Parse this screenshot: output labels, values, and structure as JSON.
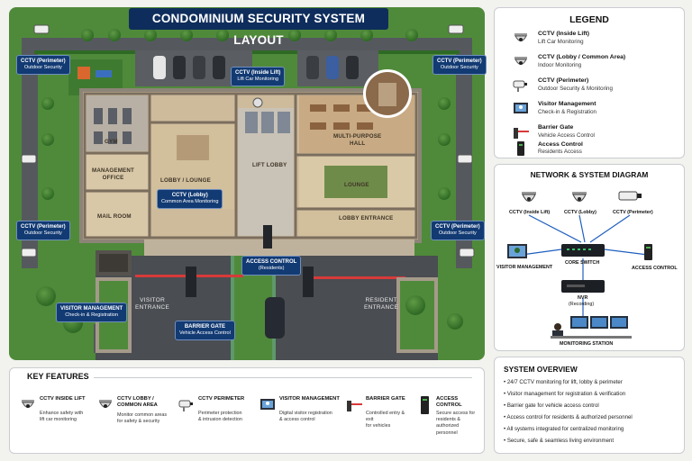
{
  "header": {
    "title": "CONDOMINIUM SECURITY SYSTEM LAYOUT"
  },
  "floorplan": {
    "rooms": {
      "gym": "GYM",
      "management_office": "MANAGEMENT\nOFFICE",
      "lobby_lounge": "LOBBY / LOUNGE",
      "mail_room": "MAIL ROOM",
      "lift_lobby": "LIFT LOBBY",
      "multipurpose_hall": "MULTI-PURPOSE\nHALL",
      "lounge": "LOUNGE",
      "lobby_entrance": "LOBBY ENTRANCE"
    },
    "roads": {
      "visitor_entrance": "VISITOR\nENTRANCE",
      "resident_entrance": "RESIDENT\nENTRANCE"
    },
    "tags": {
      "cctv_perimeter_tl": {
        "name": "CCTV (Perimeter)",
        "desc": "Outdoor Security"
      },
      "cctv_perimeter_tr": {
        "name": "CCTV (Perimeter)",
        "desc": "Outdoor Security"
      },
      "cctv_perimeter_ml": {
        "name": "CCTV (Perimeter)",
        "desc": "Outdoor Security"
      },
      "cctv_perimeter_mr": {
        "name": "CCTV (Perimeter)",
        "desc": "Outdoor Security"
      },
      "cctv_inside_lift": {
        "name": "CCTV (Inside Lift)",
        "desc": "Lift Car Monitoring"
      },
      "cctv_lobby": {
        "name": "CCTV (Lobby)",
        "desc": "Common Area Monitoring"
      },
      "access_control": {
        "name": "ACCESS CONTROL",
        "desc": "(Residents)"
      },
      "visitor_management": {
        "name": "VISITOR MANAGEMENT",
        "desc": "Check-in & Registration"
      },
      "barrier_gate": {
        "name": "BARRIER GATE",
        "desc": "Vehicle Access Control"
      }
    }
  },
  "legend": {
    "title": "LEGEND",
    "items": [
      {
        "name": "CCTV (Inside Lift)",
        "desc": "Lift Car Monitoring",
        "icon": "dome-camera-icon"
      },
      {
        "name": "CCTV (Lobby / Common Area)",
        "desc": "Indoor Monitoring",
        "icon": "dome-camera-icon"
      },
      {
        "name": "CCTV (Perimeter)",
        "desc": "Outdoor Security & Monitoring",
        "icon": "bullet-camera-icon"
      },
      {
        "name": "Visitor Management",
        "desc": "Check-in & Registration",
        "icon": "visitor-kiosk-icon"
      },
      {
        "name": "Barrier Gate",
        "desc": "Vehicle Access Control",
        "icon": "barrier-gate-icon"
      },
      {
        "name": "Access Control",
        "desc": "Residents Access",
        "icon": "card-reader-icon"
      }
    ]
  },
  "network": {
    "title": "NETWORK & SYSTEM DIAGRAM",
    "cam_inside_lift": "CCTV (Inside Lift)",
    "cam_lobby": "CCTV (Lobby)",
    "cam_perimeter": "CCTV (Perimeter)",
    "visitor_management": "VISITOR MANAGEMENT",
    "core_switch": "CORE SWITCH",
    "access_control": "ACCESS CONTROL",
    "nvr": "NVR",
    "nvr_sub": "(Recording)",
    "monitoring_station": "MONITORING STATION"
  },
  "overview": {
    "title": "SYSTEM OVERVIEW",
    "items": [
      "24/7 CCTV monitoring for lift, lobby & perimeter",
      "Visitor management for registration & verification",
      "Barrier gate for vehicle access control",
      "Access control for residents & authorized personnel",
      "All systems integrated for centralized monitoring",
      "Secure, safe & seamless living environment"
    ]
  },
  "features": {
    "title": "KEY FEATURES",
    "items": [
      {
        "name": "CCTV INSIDE LIFT",
        "desc": "Enhance safety with\nlift car monitoring"
      },
      {
        "name": "CCTV LOBBY /\nCOMMON AREA",
        "desc": "Monitor common areas\nfor safety & security"
      },
      {
        "name": "CCTV PERIMETER",
        "desc": "Perimeter protection\n& intrusion detection"
      },
      {
        "name": "VISITOR MANAGEMENT",
        "desc": "Digital visitor registration\n& access control"
      },
      {
        "name": "BARRIER GATE",
        "desc": "Controlled entry & exit\nfor vehicles"
      },
      {
        "name": "ACCESS CONTROL",
        "desc": "Secure access for\nresidents & authorized\npersonnel"
      }
    ]
  },
  "colors": {
    "navy": "#0f2d5c",
    "tag": "#123a73",
    "grass": "#4f8a3a",
    "road": "#4a4d52",
    "floor": "#cdbb9c"
  }
}
